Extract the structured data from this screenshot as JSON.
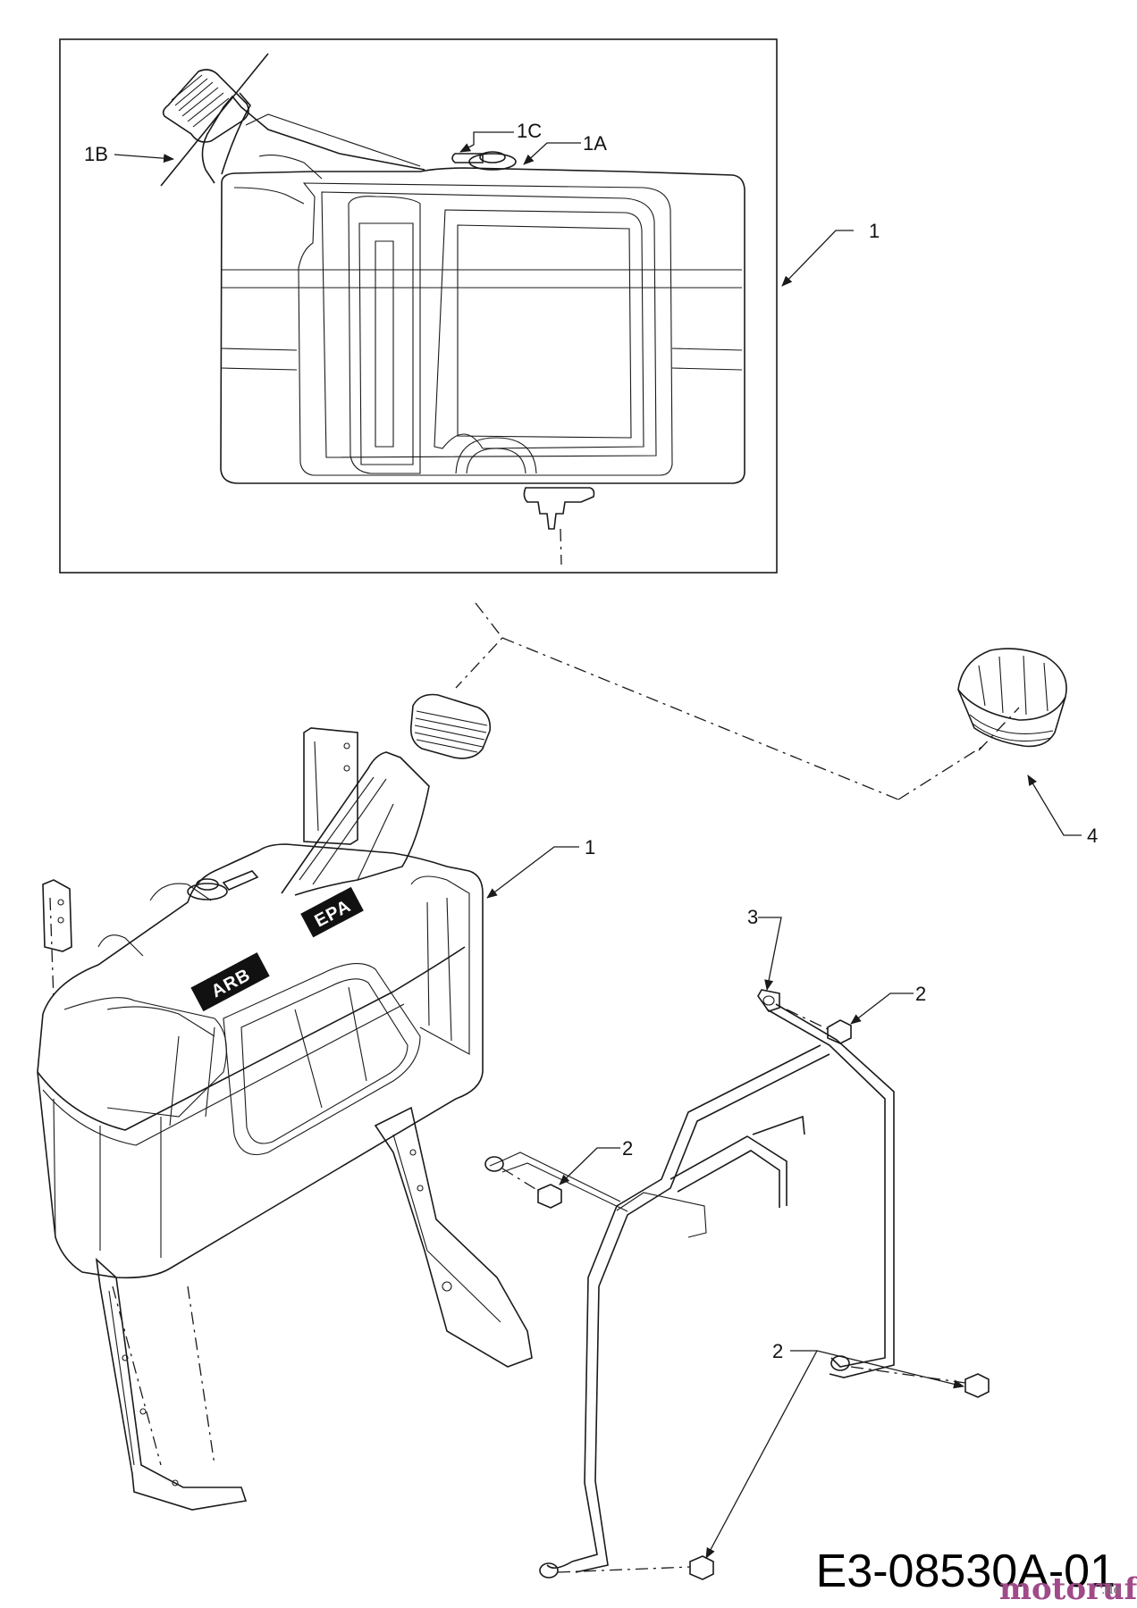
{
  "diagram": {
    "drawing_number": "E3-08530A-01",
    "watermark": {
      "brand": "motoruf",
      "suffix": ".de"
    },
    "tank_markings": [
      "EPA",
      "ARB"
    ],
    "callouts": {
      "detail_tank": "1",
      "detail_1A": "1A",
      "detail_1B": "1B",
      "detail_1C": "1C",
      "tank": "1",
      "screw_upper": "2",
      "screw_middle": "2",
      "screw_lower": "2",
      "bracket": "3",
      "cap": "4"
    }
  }
}
